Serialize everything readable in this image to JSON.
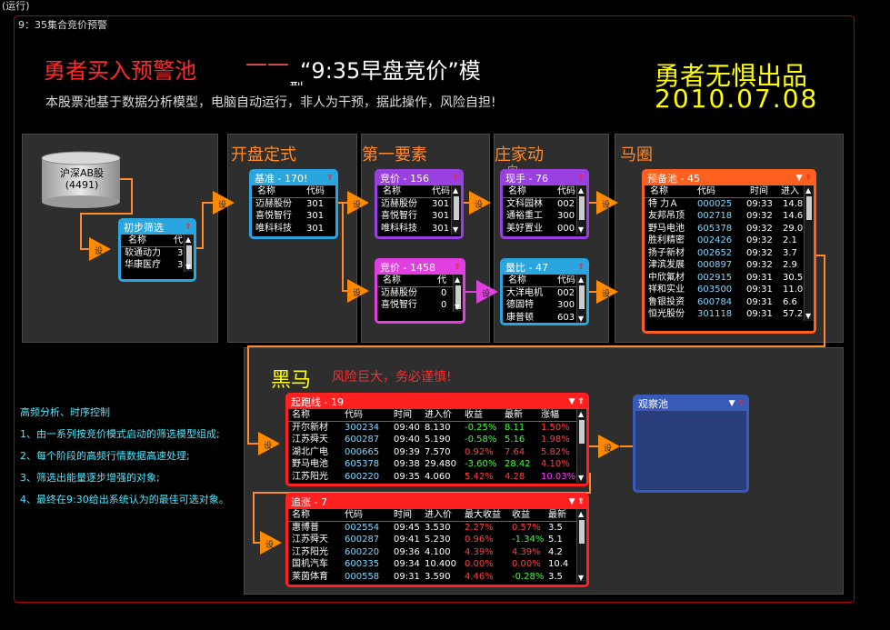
{
  "window": {
    "status": "(运行)",
    "title": "9：35集合竞价预警"
  },
  "header": {
    "title_red": "勇者买入预警池",
    "title_dash": "——",
    "title_white_a": "“9:35早盘竞价”模",
    "title_white_b": "型",
    "brand": "勇者无惧出品",
    "date": "2010.07.08",
    "subtitle": "本股票池基于数据分析模型，电脑自动运行，非人为干预，据此操作，风险自担!"
  },
  "db": {
    "line1": "沪深AB股",
    "line2": "(4491)"
  },
  "sections": {
    "kaipan": "开盘定式",
    "diyi": "第一要素",
    "zhuangjia": "庄家动",
    "zhuangjia2": "向",
    "maquan": "马圈",
    "heima": "黑马",
    "warning": "风险巨大，务必谨慎!"
  },
  "gate_label": "设",
  "colors": {
    "accent": "#ff8a2a",
    "red": "#ff2020",
    "magenta": "#e040e0",
    "purple": "#9a40e0",
    "cyan": "#29a6e0"
  },
  "w_chubu": {
    "title": "初步筛选",
    "cols": [
      "名称",
      "代"
    ],
    "rows": [
      [
        "软通动力",
        "3"
      ],
      [
        "华康医疗",
        "3"
      ]
    ]
  },
  "w_jizhun": {
    "title": "基准 - 170!",
    "cols": [
      "名称",
      "代码"
    ],
    "rows": [
      [
        "迈赫股份",
        "301"
      ],
      [
        "喜悦智行",
        "301"
      ],
      [
        "唯科科技",
        "301"
      ]
    ]
  },
  "w_jingjia1": {
    "title": "竞价 - 156",
    "cols": [
      "名称",
      "代码"
    ],
    "rows": [
      [
        "迈赫股份",
        "301"
      ],
      [
        "喜悦智行",
        "301"
      ],
      [
        "唯科科技",
        "301"
      ]
    ]
  },
  "w_jingjia2": {
    "title": "竞价 - 1458",
    "cols": [
      "名称",
      "代"
    ],
    "rows": [
      [
        "迈赫股份",
        "0"
      ],
      [
        "喜悦智行",
        "0"
      ]
    ]
  },
  "w_xianshou": {
    "title": "现手 - 76",
    "cols": [
      "名称",
      "代码"
    ],
    "rows": [
      [
        "文科园林",
        "002"
      ],
      [
        "通裕重工",
        "300"
      ],
      [
        "美好置业",
        "000"
      ]
    ]
  },
  "w_liangbi": {
    "title": "量比 - 47",
    "cols": [
      "名称",
      "代码"
    ],
    "rows": [
      [
        "大洋电机",
        "002"
      ],
      [
        "德固特",
        "300"
      ],
      [
        "康普顿",
        "603"
      ]
    ]
  },
  "w_yubei": {
    "title": "预备池 - 45",
    "cols": [
      "名称",
      "代码",
      "时间",
      "进入"
    ],
    "rows": [
      [
        "特 力Ａ",
        "000025",
        "09:33",
        "14.8"
      ],
      [
        "友邦吊顶",
        "002718",
        "09:32",
        "14.6"
      ],
      [
        "野马电池",
        "605378",
        "09:32",
        "29.0"
      ],
      [
        "胜利精密",
        "002426",
        "09:32",
        "2.1"
      ],
      [
        "扬子新材",
        "002652",
        "09:32",
        "3.7"
      ],
      [
        "津滨发展",
        "000897",
        "09:32",
        "2.9"
      ],
      [
        "中欣氟材",
        "002915",
        "09:31",
        "30.5"
      ],
      [
        "祥和实业",
        "603500",
        "09:31",
        "11.0"
      ],
      [
        "鲁银投资",
        "600784",
        "09:31",
        "6.6"
      ],
      [
        "恒光股份",
        "301118",
        "09:31",
        "57.2"
      ]
    ]
  },
  "w_qipao": {
    "title": "起跑线 - 19",
    "cols": [
      "名称",
      "代码",
      "时间",
      "进入价",
      "收益",
      "最新",
      "涨幅"
    ],
    "rows": [
      [
        "开尔新材",
        "300234",
        "09:40",
        "8.130",
        "-0.25%",
        "8.11",
        "1.50%"
      ],
      [
        "江苏舜天",
        "600287",
        "09:40",
        "5.190",
        "-0.58%",
        "5.16",
        "1.98%"
      ],
      [
        "湖北广电",
        "000665",
        "09:39",
        "7.570",
        "0.92%",
        "7.64",
        "5.82%"
      ],
      [
        "野马电池",
        "605378",
        "09:38",
        "29.480",
        "-3.60%",
        "28.42",
        "4.10%"
      ],
      [
        "江苏阳光",
        "600220",
        "09:35",
        "4.060",
        "5.42%",
        "4.28",
        "10.03%"
      ]
    ]
  },
  "w_zhuizhang": {
    "title": "追涨 - 7",
    "cols": [
      "名称",
      "代码",
      "时间",
      "进入价",
      "最大收益",
      "收益",
      "最新"
    ],
    "rows": [
      [
        "惠博普",
        "002554",
        "09:45",
        "3.530",
        "2.27%",
        "0.57%",
        "3.5"
      ],
      [
        "江苏舜天",
        "600287",
        "09:41",
        "5.230",
        "0.96%",
        "-1.34%",
        "5.1"
      ],
      [
        "江苏阳光",
        "600220",
        "09:36",
        "4.100",
        "4.39%",
        "4.39%",
        "4.2"
      ],
      [
        "国机汽车",
        "600335",
        "09:34",
        "10.400",
        "0.00%",
        "0.00%",
        "10.4"
      ],
      [
        "莱茵体育",
        "000558",
        "09:31",
        "3.590",
        "4.46%",
        "-0.28%",
        "3.5"
      ]
    ]
  },
  "w_guancha": {
    "title": "观察池"
  },
  "notes": [
    "高频分析、时序控制",
    "1、由一系列按竞价模式启动的筛选模型组成;",
    "2、每个阶段的高频行情数据高速处理;",
    "3、筛选出能量逐步增强的对象;",
    "4、最终在9:30给出系统认为的最佳可选对象。"
  ]
}
